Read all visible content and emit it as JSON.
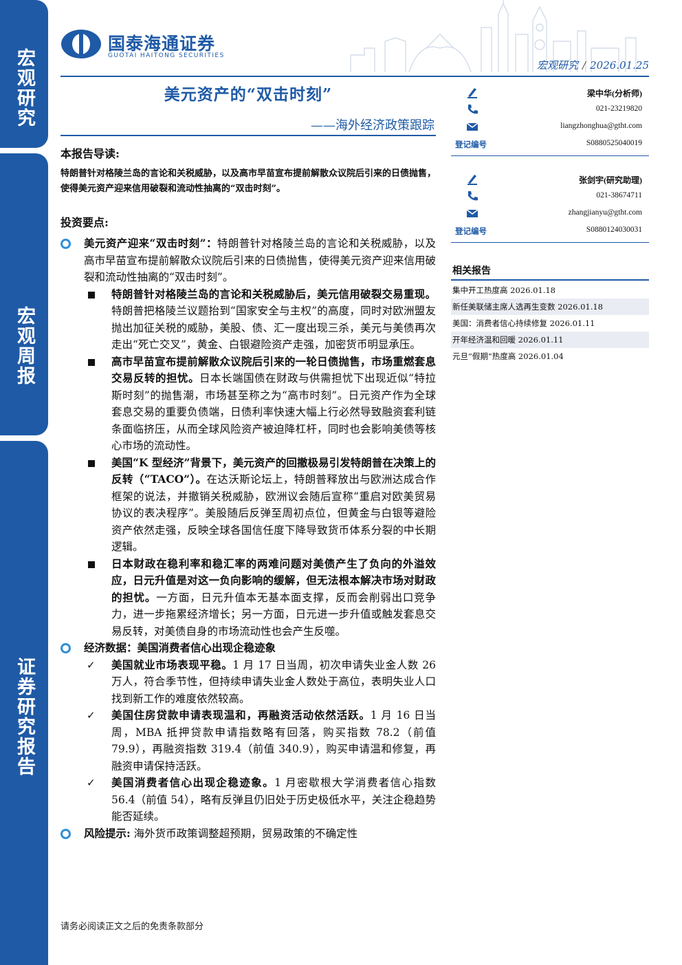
{
  "sidebar": {
    "tab1": "宏观研究",
    "tab2": "宏观周报",
    "tab3": "证券研究报告"
  },
  "header": {
    "brand_cn": "国泰海通证券",
    "brand_en": "GUOTAI HAITONG SECURITIES",
    "category": "宏观研究",
    "separator": "/",
    "date": "2026.01.25"
  },
  "title": "美元资产的“双击时刻”",
  "subtitle": "——海外经济政策跟踪",
  "guide": {
    "heading": "本报告导读:",
    "text": "特朗普针对格陵兰岛的言论和关税威胁，以及高市早苗宣布提前解散众议院后引来的日债抛售，使得美元资产迎来信用破裂和流动性抽离的“双击时刻”。"
  },
  "points": {
    "heading": "投资要点:",
    "p1_bold": "美元资产迎来“双击时刻”：",
    "p1_text": "特朗普针对格陵兰岛的言论和关税威胁，以及高市早苗宣布提前解散众议院后引来的日债抛售，使得美元资产迎来信用破裂和流动性抽离的“双击时刻”。",
    "s1_bold": "特朗普针对格陵兰岛的言论和关税威胁后，美元信用破裂交易重现。",
    "s1_text": "特朗普把格陵兰议题抬到“国家安全与主权”的高度，同时对欧洲盟友抛出加征关税的威胁，美股、债、汇一度出现三杀，美元与美债再次走出“死亡交叉”，黄金、白银避险资产走强，加密货币明显承压。",
    "s2_bold": "高市早苗宣布提前解散众议院后引来的一轮日债抛售，市场重燃套息交易反转的担忧。",
    "s2_text": "日本长端国债在财政与供需担忧下出现近似“特拉斯时刻”的抛售潮，市场甚至称之为“高市时刻”。日元资产作为全球套息交易的重要负债端，日债利率快速大幅上行必然导致融资套利链条面临挤压，从而全球风险资产被迫降杠杆，同时也会影响美债等核心市场的流动性。",
    "s3_bold": "美国“K 型经济”背景下，美元资产的回撤极易引发特朗普在决策上的反转（“TACO”）。",
    "s3_text": "在达沃斯论坛上，特朗普释放出与欧洲达成合作框架的说法，并撤销关税威胁，欧洲议会随后宣称“重启对欧美贸易协议的表决程序”。美股随后反弹至周初点位，但黄金与白银等避险资产依然走强，反映全球各国信任度下降导致货币体系分裂的中长期逻辑。",
    "s4_bold": "日本财政在稳利率和稳汇率的两难问题对美债产生了负向的外溢效应，日元升值是对这一负向影响的缓解，但无法根本解决市场对财政的担忧。",
    "s4_text": "一方面，日元升值本无基本面支撑，反而会削弱出口竞争力，进一步拖累经济增长；另一方面，日元进一步升值或触发套息交易反转，对美债自身的市场流动性也会产生反噬。",
    "p2_bold": "经济数据：美国消费者信心出现企稳迹象",
    "c1_bold": "美国就业市场表现平稳。",
    "c1_text": "1 月 17 日当周，初次申请失业金人数 26 万人，符合季节性，但持续申请失业金人数处于高位，表明失业人口找到新工作的难度依然较高。",
    "c2_bold": "美国住房贷款申请表现温和，再融资活动依然活跃。",
    "c2_text": "1 月 16 日当周，MBA 抵押贷款申请指数略有回落，购买指数 78.2（前值 79.9），再融资指数 319.4（前值 340.9），购买申请温和修复，再融资申请保持活跃。",
    "c3_bold": "美国消费者信心出现企稳迹象。",
    "c3_text": "1 月密歇根大学消费者信心指数 56.4（前值 54），略有反弹且仍旧处于历史极低水平，关注企稳趋势能否延续。",
    "p3_bold": "风险提示:",
    "p3_text": "海外货币政策调整超预期，贸易政策的不确定性",
    "check_glyph": "✓"
  },
  "analysts": [
    {
      "name": "梁中华(分析师)",
      "phone": "021-23219820",
      "email": "liangzhonghua@gtht.com",
      "reg_label": "登记编号",
      "reg_no": "S0880525040019"
    },
    {
      "name": "张剑宇(研究助理)",
      "phone": "021-38674711",
      "email": "zhangjianyu@gtht.com",
      "reg_label": "登记编号",
      "reg_no": "S0880124030031"
    }
  ],
  "related": {
    "heading": "相关报告",
    "items": [
      "集中开工热度高 2026.01.18",
      "新任美联储主席人选再生变数 2026.01.18",
      "美国：消费者信心持续修复 2026.01.11",
      "开年经济温和回暖 2026.01.11",
      "元旦“假期”热度高 2026.01.04"
    ]
  },
  "footer": "请务必阅读正文之后的免责条款部分",
  "colors": {
    "brand": "#1f5aa6",
    "bullet": "#2f8fd8"
  }
}
